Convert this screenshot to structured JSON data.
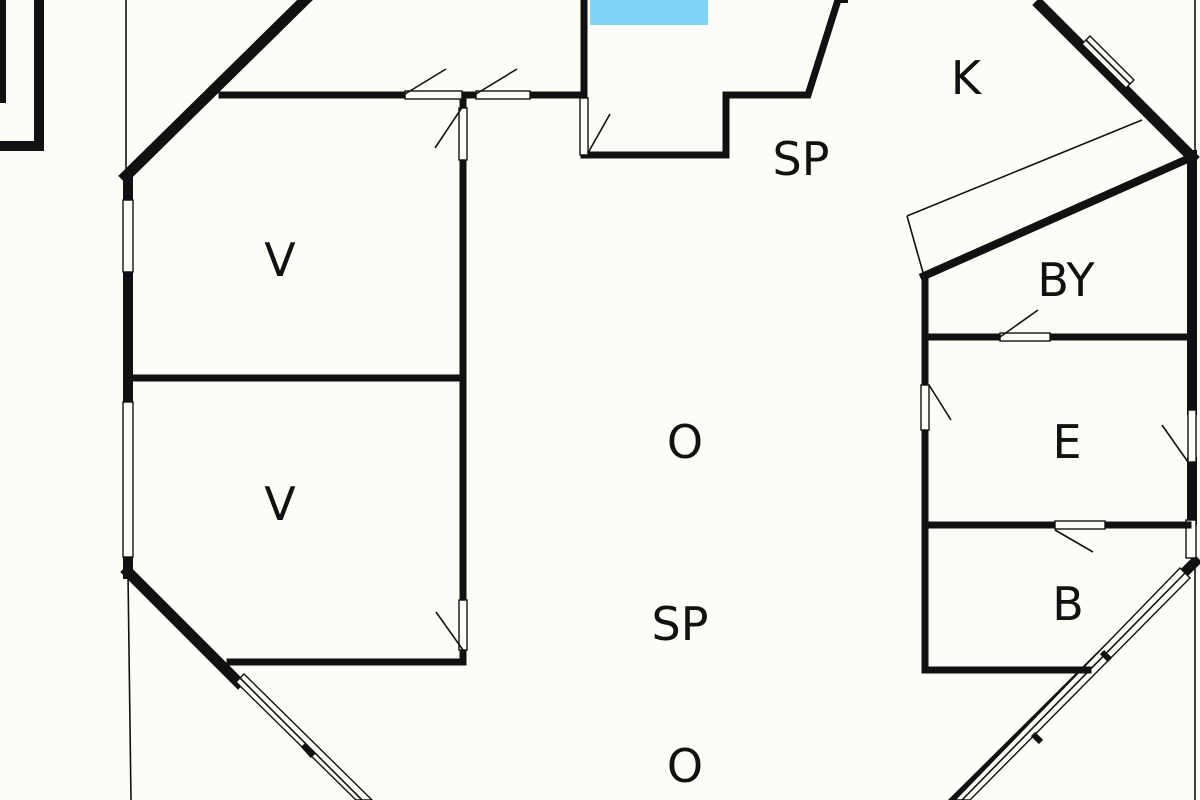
{
  "floorplan": {
    "colors": {
      "background": "#fdfdf8",
      "wall": "#111111",
      "water": "#7fd3f5"
    },
    "rooms": [
      {
        "id": "k",
        "label": "K"
      },
      {
        "id": "sp1",
        "label": "SP"
      },
      {
        "id": "v1",
        "label": "V"
      },
      {
        "id": "v2",
        "label": "V"
      },
      {
        "id": "by",
        "label": "BY"
      },
      {
        "id": "o1",
        "label": "O"
      },
      {
        "id": "e",
        "label": "E"
      },
      {
        "id": "b",
        "label": "B"
      },
      {
        "id": "sp2",
        "label": "SP"
      },
      {
        "id": "o2",
        "label": "O"
      }
    ]
  }
}
